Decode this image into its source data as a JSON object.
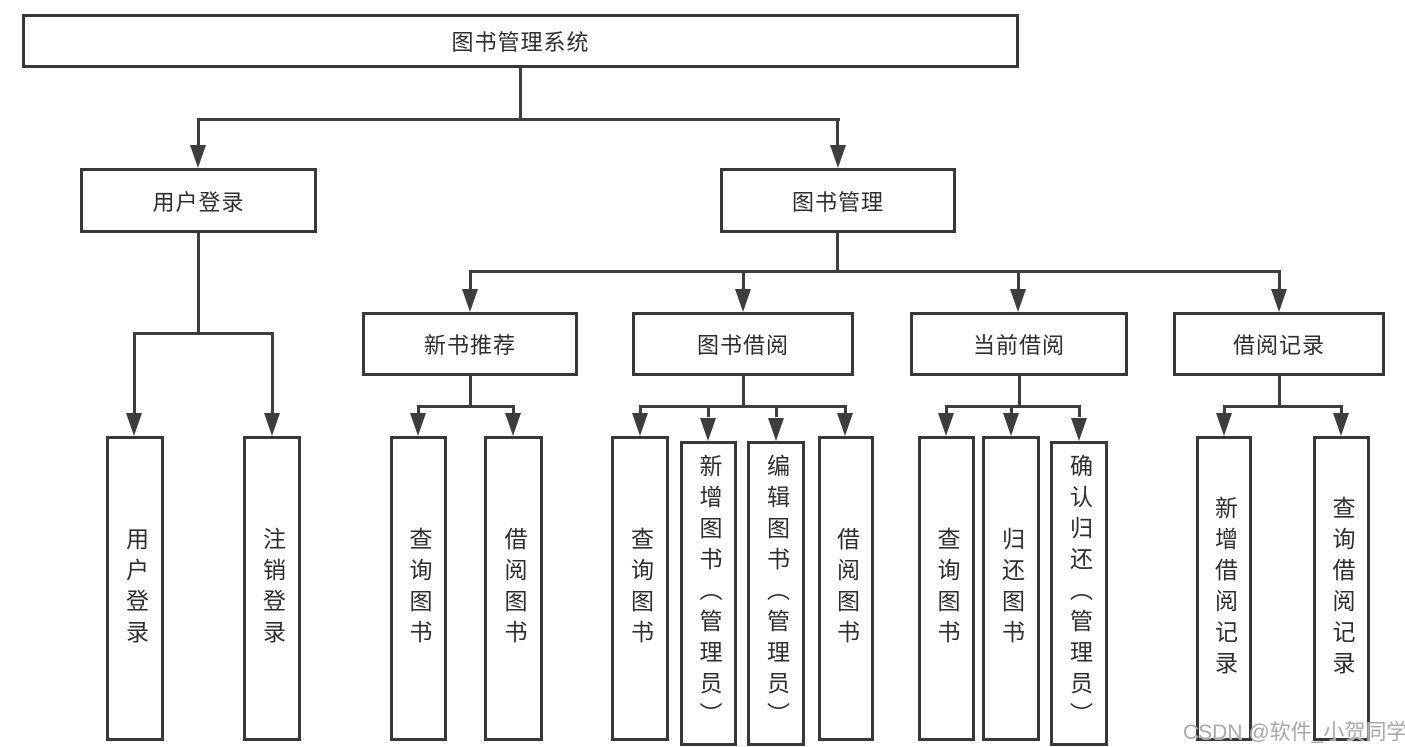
{
  "tree": {
    "label": "图书管理系统",
    "children": [
      {
        "label": "用户登录",
        "children": [
          {
            "label": "用户登录"
          },
          {
            "label": "注销登录"
          }
        ]
      },
      {
        "label": "图书管理",
        "children": [
          {
            "label": "新书推荐",
            "children": [
              {
                "label": "查询图书"
              },
              {
                "label": "借阅图书"
              }
            ]
          },
          {
            "label": "图书借阅",
            "children": [
              {
                "label": "查询图书"
              },
              {
                "label": "新增图书（管理员）"
              },
              {
                "label": "编辑图书（管理员）"
              },
              {
                "label": "借阅图书"
              }
            ]
          },
          {
            "label": "当前借阅",
            "children": [
              {
                "label": "查询图书"
              },
              {
                "label": "归还图书"
              },
              {
                "label": "确认归还（管理员）"
              }
            ]
          },
          {
            "label": "借阅记录",
            "children": [
              {
                "label": "新增借阅记录"
              },
              {
                "label": "查询借阅记录"
              }
            ]
          }
        ]
      }
    ]
  },
  "watermark": {
    "text": "CSDN @软件_小贺同学"
  },
  "colors": {
    "line": "#3d3d3d",
    "box_border": "#383838",
    "text": "#2e2e2e",
    "watermark": "#a8a8a8",
    "background": "#ffffff"
  }
}
